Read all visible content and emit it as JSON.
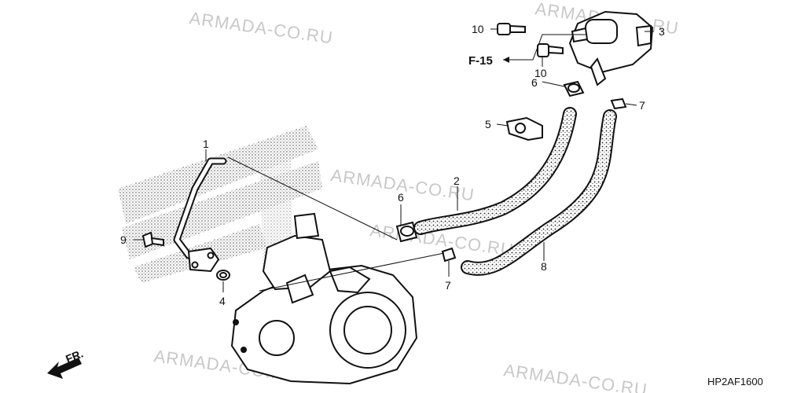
{
  "watermarks": [
    "ARMADA-CO.RU",
    "ARMADA-CO.RU",
    "ARMADA-CO.RU",
    "ARMADA-CO.RU",
    "ARMADA-CO.RU",
    "ARMADA-CO.RU"
  ],
  "callouts": {
    "c1": "1",
    "c2": "2",
    "c3": "3",
    "c4": "4",
    "c5": "5",
    "c6a": "6",
    "c6b": "6",
    "c7a": "7",
    "c7b": "7",
    "c8": "8",
    "c9": "9",
    "c10a": "10",
    "c10b": "10"
  },
  "reference": "F-15",
  "direction_label": "FR.",
  "diagram_code": "HP2AF1600"
}
